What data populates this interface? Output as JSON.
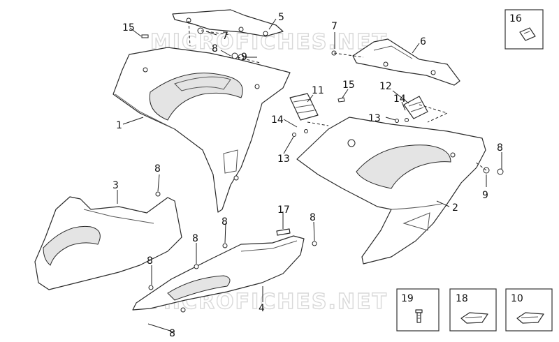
{
  "watermarks": [
    "MICROFICHES.NET",
    "MICROFICHES.NET"
  ],
  "callouts": {
    "c1": "1",
    "c2": "2",
    "c3": "3",
    "c4": "4",
    "c5": "5",
    "c6": "6",
    "c7a": "7",
    "c7b": "7",
    "c8a": "8",
    "c8b": "8",
    "c8c": "8",
    "c8d": "8",
    "c8e": "8",
    "c8f": "8",
    "c8g": "8",
    "c9a": "9",
    "c9b": "9",
    "c10": "10",
    "c11": "11",
    "c12": "12",
    "c13a": "13",
    "c13b": "13",
    "c14a": "14",
    "c14b": "14",
    "c15a": "15",
    "c15b": "15",
    "c16": "16",
    "c17": "17",
    "c18": "18",
    "c19": "19"
  }
}
